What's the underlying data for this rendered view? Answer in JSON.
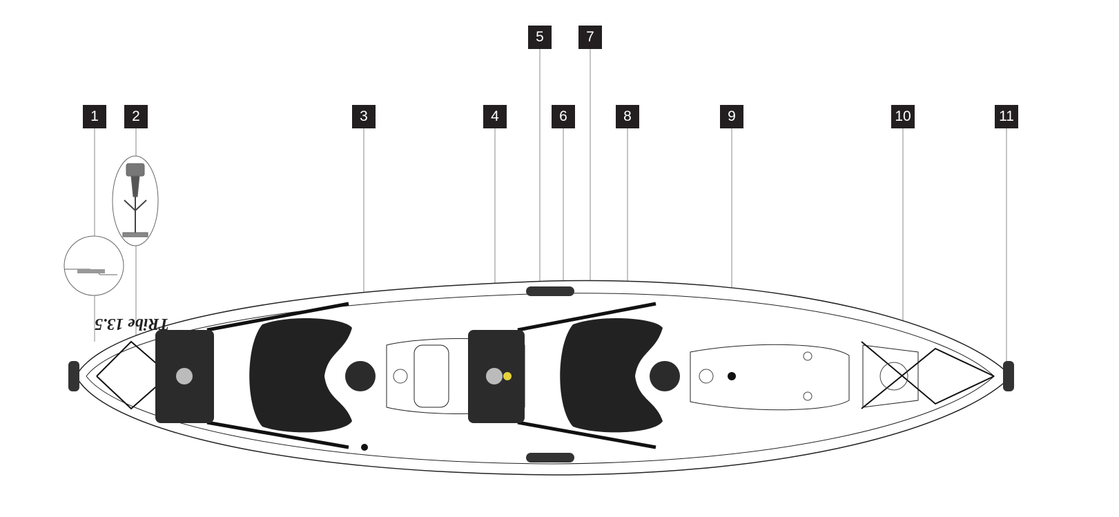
{
  "diagram": {
    "subject": "kayak-top-view",
    "hull_logo_text": "TRibe 13.5",
    "callouts": [
      {
        "label": "1"
      },
      {
        "label": "2"
      },
      {
        "label": "3"
      },
      {
        "label": "4"
      },
      {
        "label": "5"
      },
      {
        "label": "6"
      },
      {
        "label": "7"
      },
      {
        "label": "8"
      },
      {
        "label": "9"
      },
      {
        "label": "10"
      },
      {
        "label": "11"
      }
    ],
    "colors": {
      "callout_bg": "#231f20",
      "seat": "#2b2b2b",
      "line": "#333333"
    }
  }
}
